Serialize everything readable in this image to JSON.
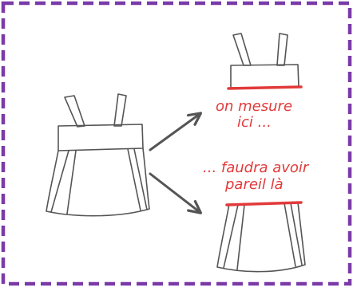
{
  "annotations": {
    "top_line1": "on mesure",
    "top_line2": "ici ...",
    "bottom_line1": "... faudra avoir",
    "bottom_line2": "pareil là"
  },
  "colors": {
    "frame": "#7a3aa8",
    "annotation": "#e23a3a",
    "sketch_stroke": "#555555",
    "arrow": "#555555"
  },
  "icons": {
    "main_garment": "camisole-top-sketch",
    "top_detail": "camisole-bodice-sketch",
    "bottom_detail": "pleated-skirt-sketch",
    "arrows": "arrow-icon"
  }
}
